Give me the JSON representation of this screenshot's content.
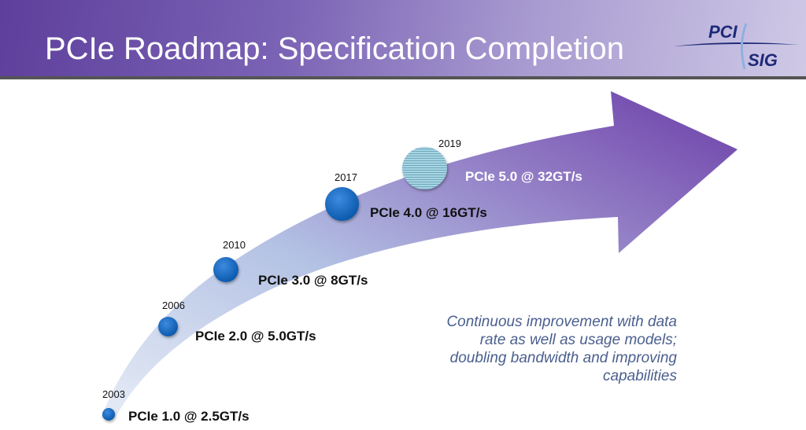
{
  "header": {
    "title": "PCIe Roadmap: Specification Completion",
    "logo": "PCI SIG"
  },
  "milestones": [
    {
      "year": "2003",
      "label": "PCIe 1.0 @ 2.5GT/s"
    },
    {
      "year": "2006",
      "label": "PCIe 2.0 @ 5.0GT/s"
    },
    {
      "year": "2010",
      "label": "PCIe 3.0 @ 8GT/s"
    },
    {
      "year": "2017",
      "label": "PCIe 4.0 @ 16GT/s"
    },
    {
      "year": "2019",
      "label": "PCIe 5.0 @ 32GT/s"
    }
  ],
  "note": "Continuous improvement with data rate as well as usage models; doubling bandwidth and improving capabilities"
}
